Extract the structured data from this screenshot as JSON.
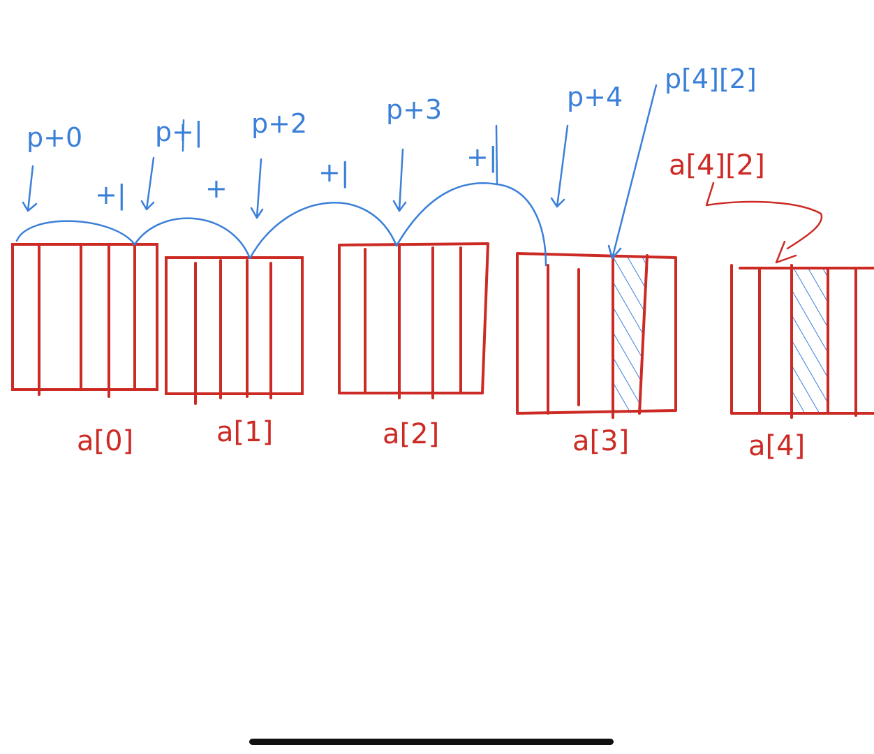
{
  "colors": {
    "memory_block": "#cc2a24",
    "pointer": "#3a7fd8",
    "background": "#ffffff"
  },
  "pointer_labels": [
    "p+0",
    "p+|",
    "p+2",
    "p+3",
    "p+4"
  ],
  "step_labels": [
    "+|",
    "+",
    "+|",
    "+|"
  ],
  "element_pointer_label": "p[4][2]",
  "element_label": "a[4][2]",
  "row_labels": [
    "a[0]",
    "a[1]",
    "a[2]",
    "a[3]",
    "a[4]"
  ]
}
